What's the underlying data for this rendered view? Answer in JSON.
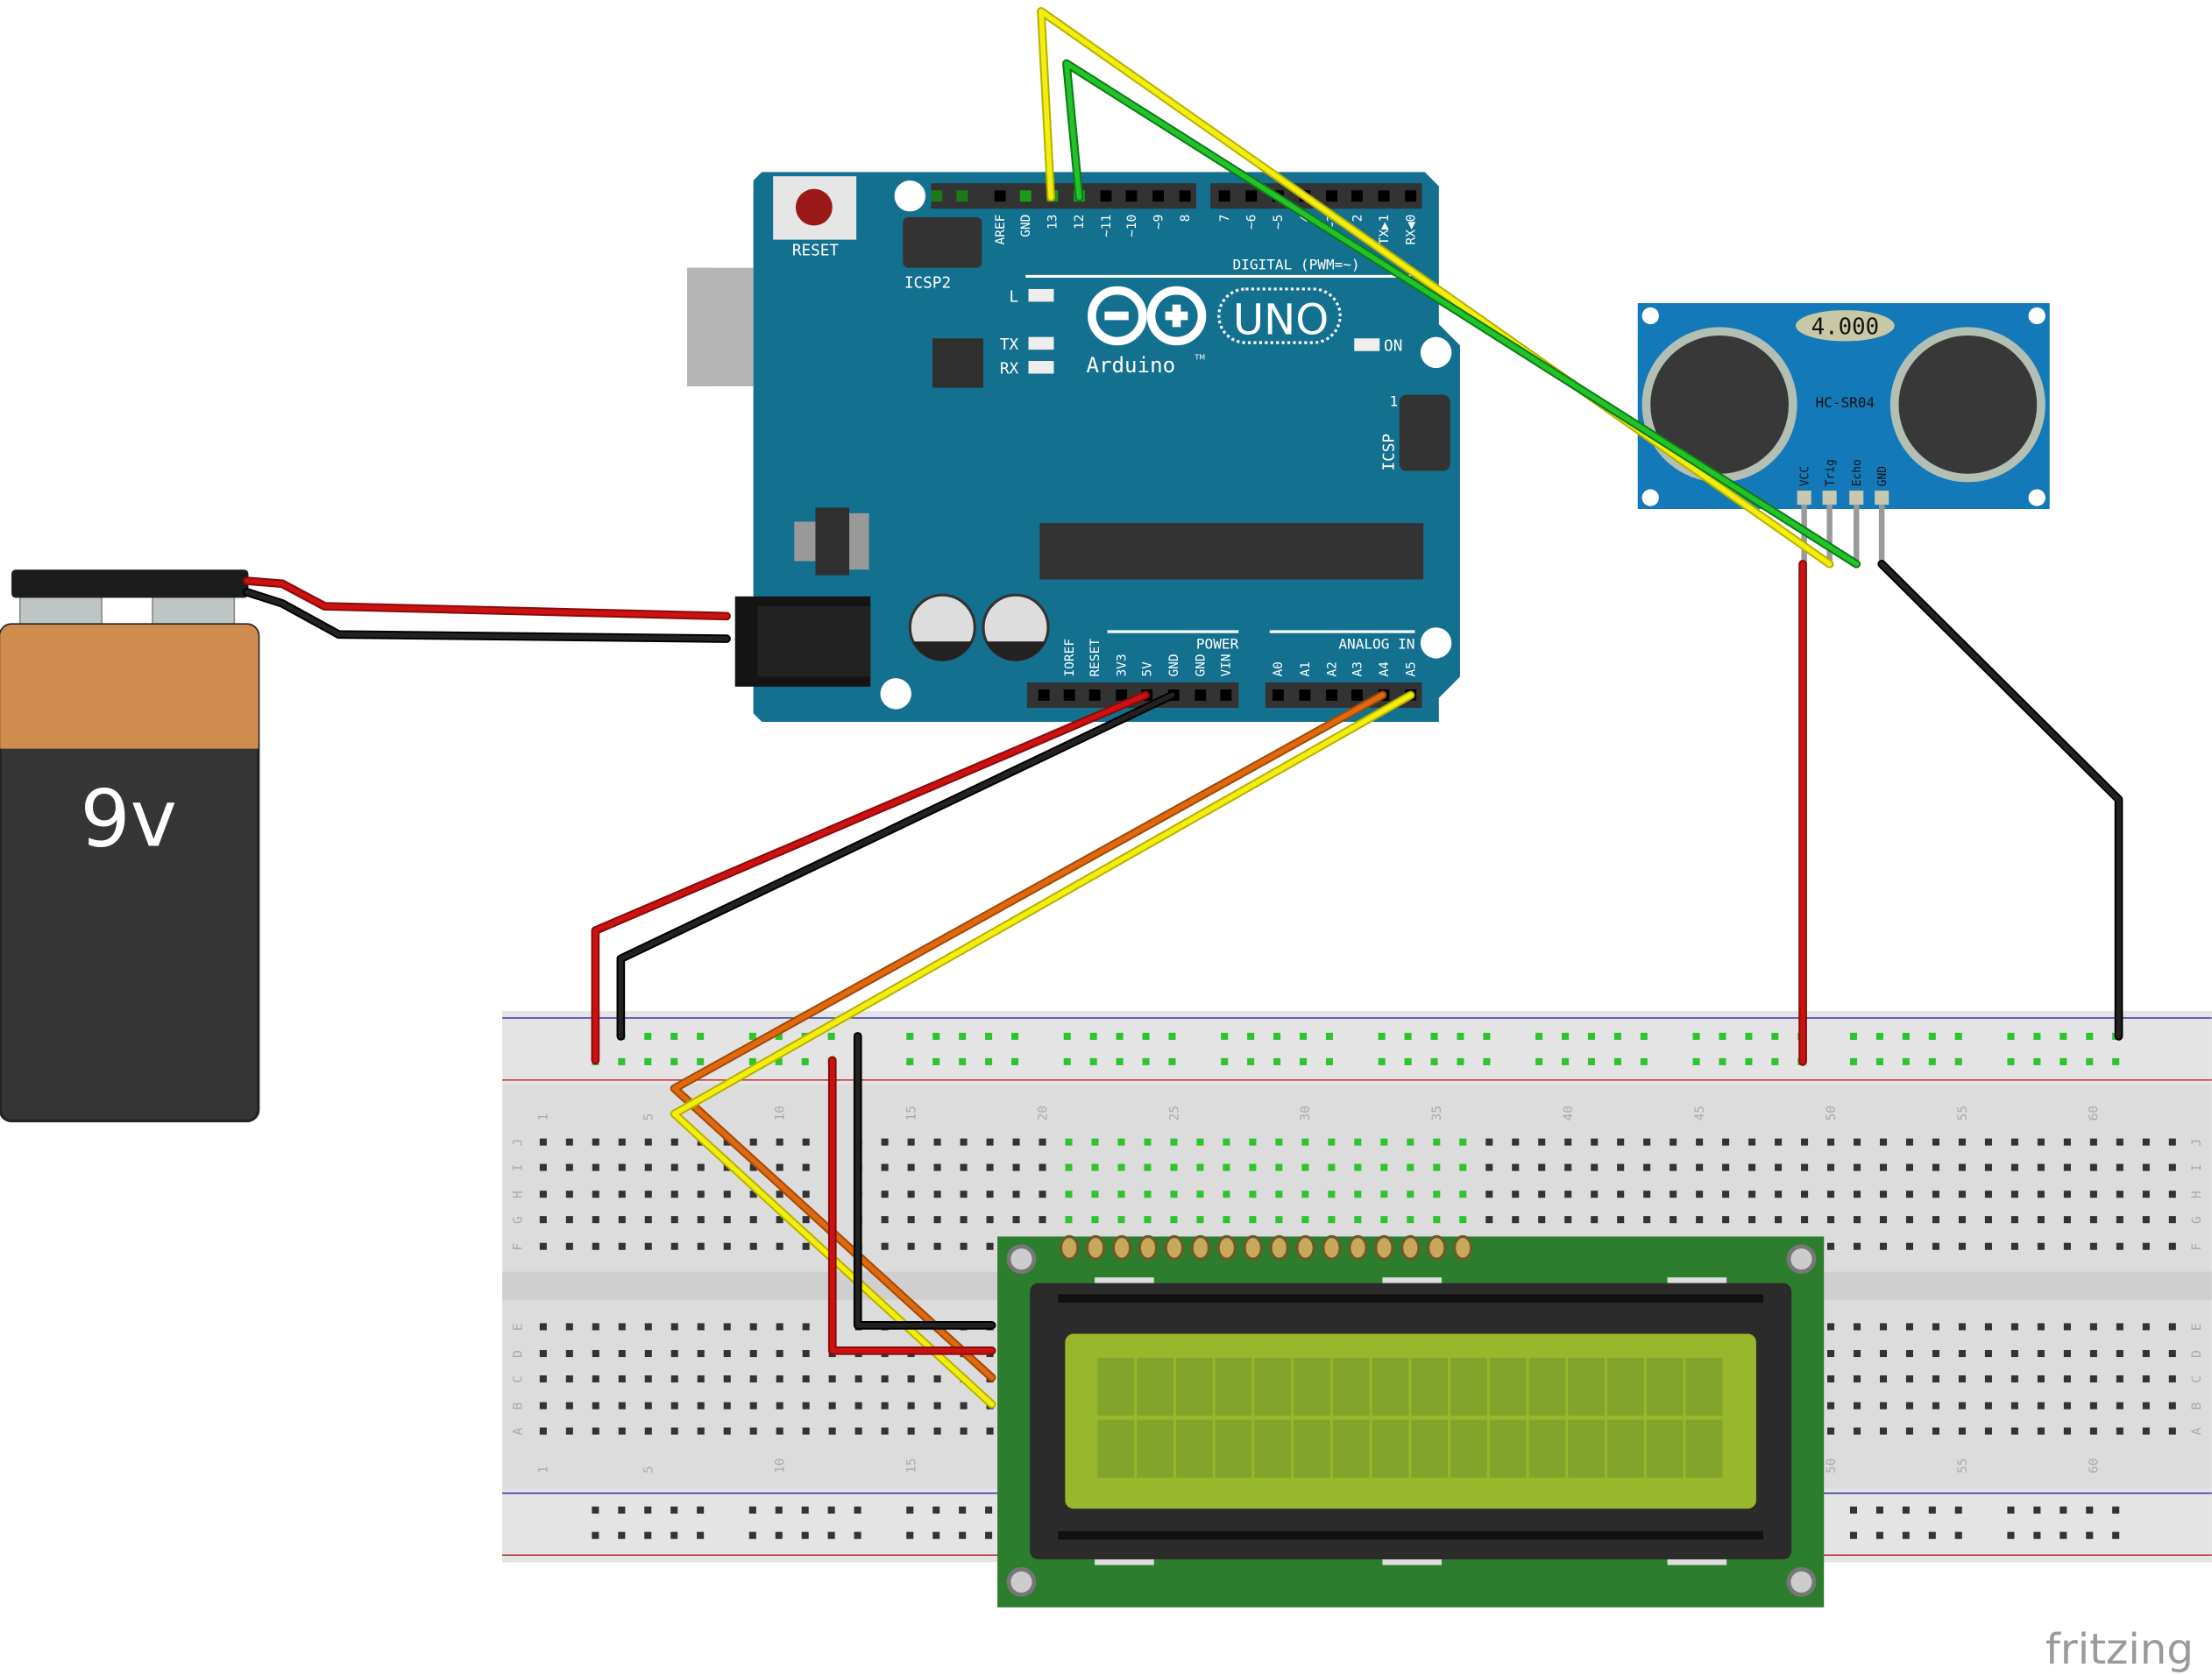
{
  "colors": {
    "arduino": "#13708f",
    "sensor": "#1479b8",
    "lcd_pcb": "#2d7d2e",
    "lcd_screen": "#98b72c",
    "battery_top": "#d08c4f",
    "battery_body": "#353535",
    "breadboard": "#dcdcdc",
    "wire_red": "#cc1111",
    "wire_black": "#222222",
    "wire_yellow": "#f2ee10",
    "wire_green": "#22c32a",
    "wire_orange": "#e0680e"
  },
  "arduino": {
    "reset_label": "RESET",
    "icsp2_label": "ICSP2",
    "icsp_label": "ICSP",
    "icsp_pin1": "1",
    "digital_label": "DIGITAL (PWM=~)",
    "digital_pins": [
      "AREF",
      "GND",
      "13",
      "12",
      "~11",
      "~10",
      "~9",
      "8",
      "7",
      "~6",
      "~5",
      "4",
      "~3",
      "2",
      "TX▶1",
      "RX◀0"
    ],
    "led_l": "L",
    "led_tx": "TX",
    "led_rx": "RX",
    "led_on": "ON",
    "logo_text": "Arduino",
    "tm": "TM",
    "model": "UNO",
    "power_label": "POWER",
    "power_pins": [
      "IOREF",
      "RESET",
      "3V3",
      "5V",
      "GND",
      "GND",
      "VIN"
    ],
    "analog_label": "ANALOG IN",
    "analog_pins": [
      "A0",
      "A1",
      "A2",
      "A3",
      "A4",
      "A5"
    ]
  },
  "sensor": {
    "display": "4.000",
    "model": "HC-SR04",
    "pins": [
      "VCC",
      "Trig",
      "Echo",
      "GND"
    ]
  },
  "battery": {
    "label": "9v"
  },
  "breadboard": {
    "column_numbers": [
      "1",
      "5",
      "10",
      "15",
      "20",
      "25",
      "30",
      "35",
      "40",
      "45",
      "50",
      "55",
      "60"
    ],
    "rows_top": [
      "J",
      "I",
      "H",
      "G",
      "F"
    ],
    "rows_bottom": [
      "E",
      "D",
      "C",
      "B",
      "A"
    ]
  },
  "brand": {
    "logo": "fritzing"
  }
}
